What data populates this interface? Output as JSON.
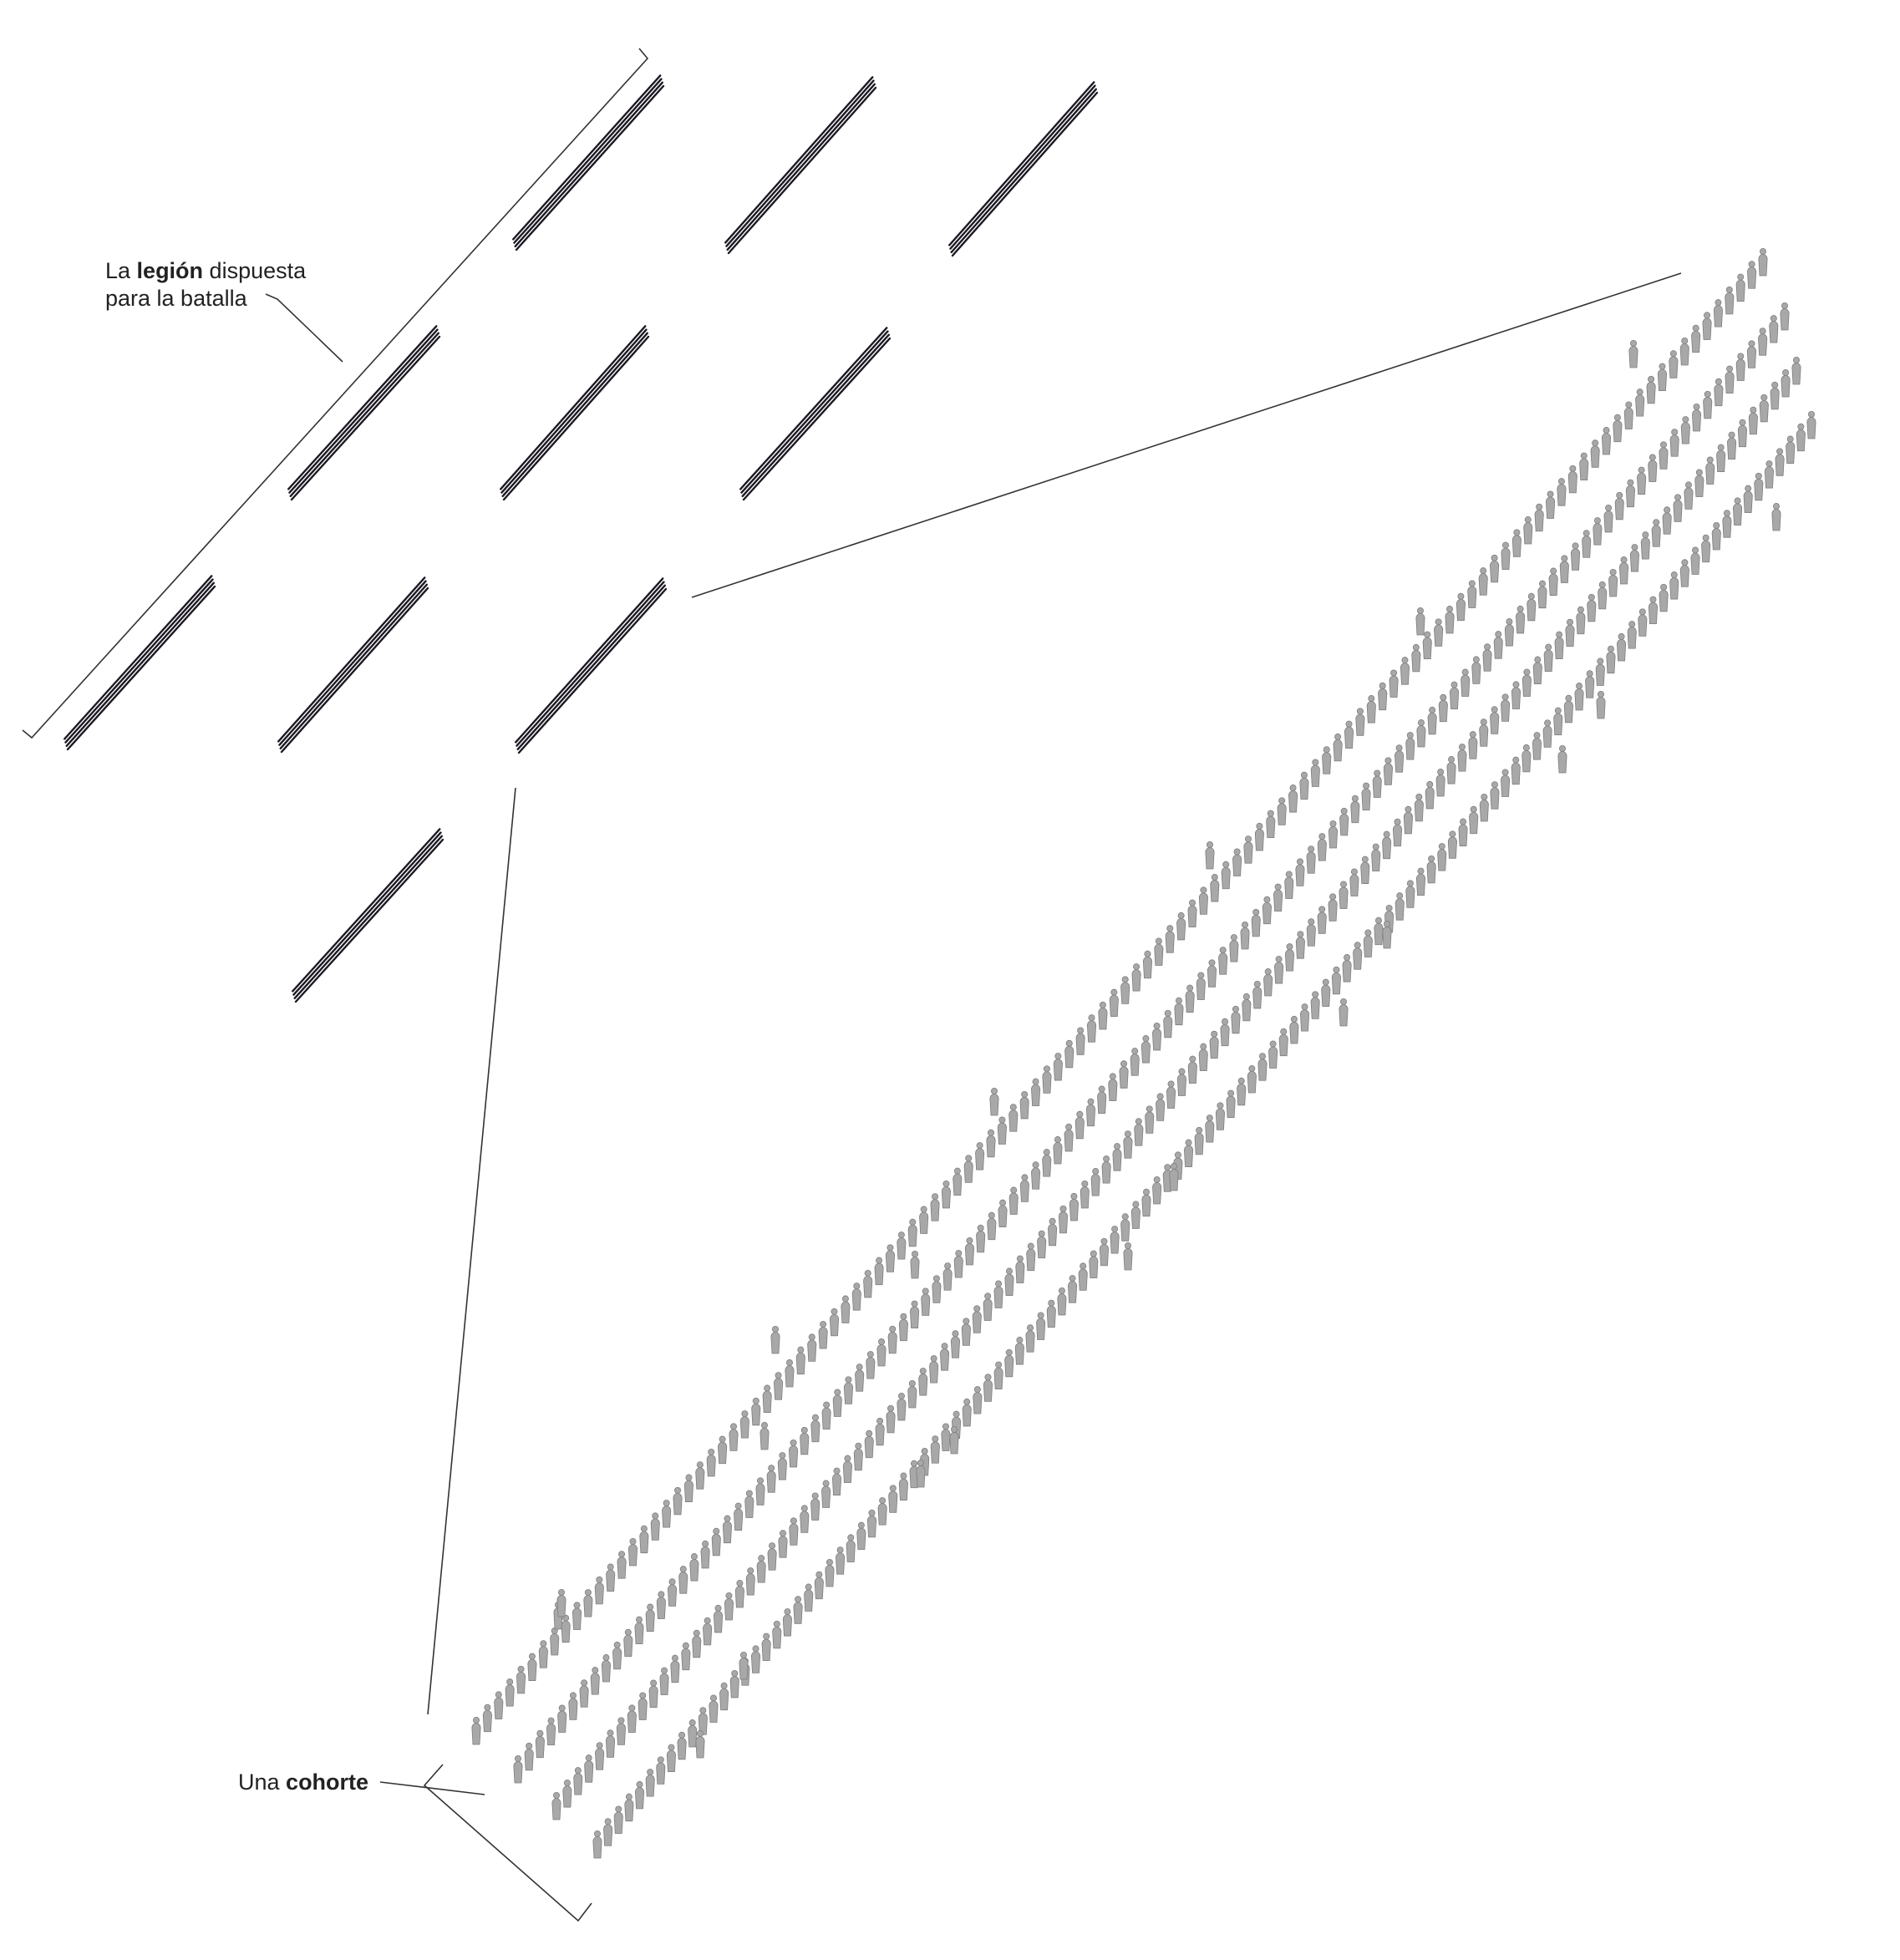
{
  "labels": {
    "legion": {
      "line1_prefix": "La ",
      "line1_bold": "legión",
      "line1_suffix": " dispuesta",
      "line2": "para la batalla"
    },
    "cohort": {
      "prefix": "Una ",
      "bold": "cohorte"
    }
  },
  "colors": {
    "cohort_bar": "#1e1a24",
    "soldier": "#a8a8a8",
    "line": "#333333"
  },
  "legion": {
    "cohort_count": 10,
    "rows": [
      4,
      3,
      3
    ]
  },
  "cohort_detail": {
    "ranks": 4
  }
}
